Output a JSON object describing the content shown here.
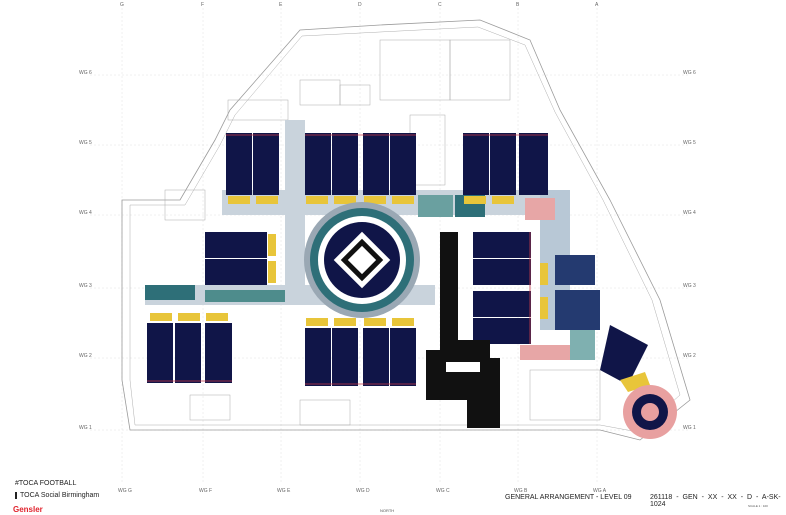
{
  "titleblock": {
    "project_hash": "#TOCA FOOTBALL",
    "project_name": "TOCA Social Birmingham",
    "company": "Gensler",
    "sheet_title": "GENERAL ARRANGEMENT - LEVEL 09",
    "sheet_code": "261118 - GEN - XX - XX - D -     A-SK-1024",
    "scale": "SCALE 1 : 100",
    "north_label": "NORTH"
  },
  "grid": {
    "top": [
      "G",
      "F",
      "E",
      "D",
      "C",
      "B",
      "A"
    ],
    "bottom": [
      "WG\nG",
      "WG\nF",
      "WG\nE",
      "WG\nD",
      "WG\nC",
      "WG\nB",
      "WG\nA"
    ],
    "left": [
      "WG\n6",
      "WG\n5",
      "WG\n4",
      "WG\n3",
      "WG\n2",
      "WG\n1"
    ],
    "right": [
      "WG\n6",
      "WG\n5",
      "WG\n4",
      "WG\n3",
      "WG\n2",
      "WG\n1"
    ]
  },
  "colors": {
    "bay": "#101548",
    "bay_stripe": "#c83a4a",
    "yellow": "#e8c53a",
    "teal": "#3f7f80",
    "grey": "#9aa8b4",
    "black": "#111111",
    "pink": "#e8a0a0",
    "line": "#999999"
  }
}
